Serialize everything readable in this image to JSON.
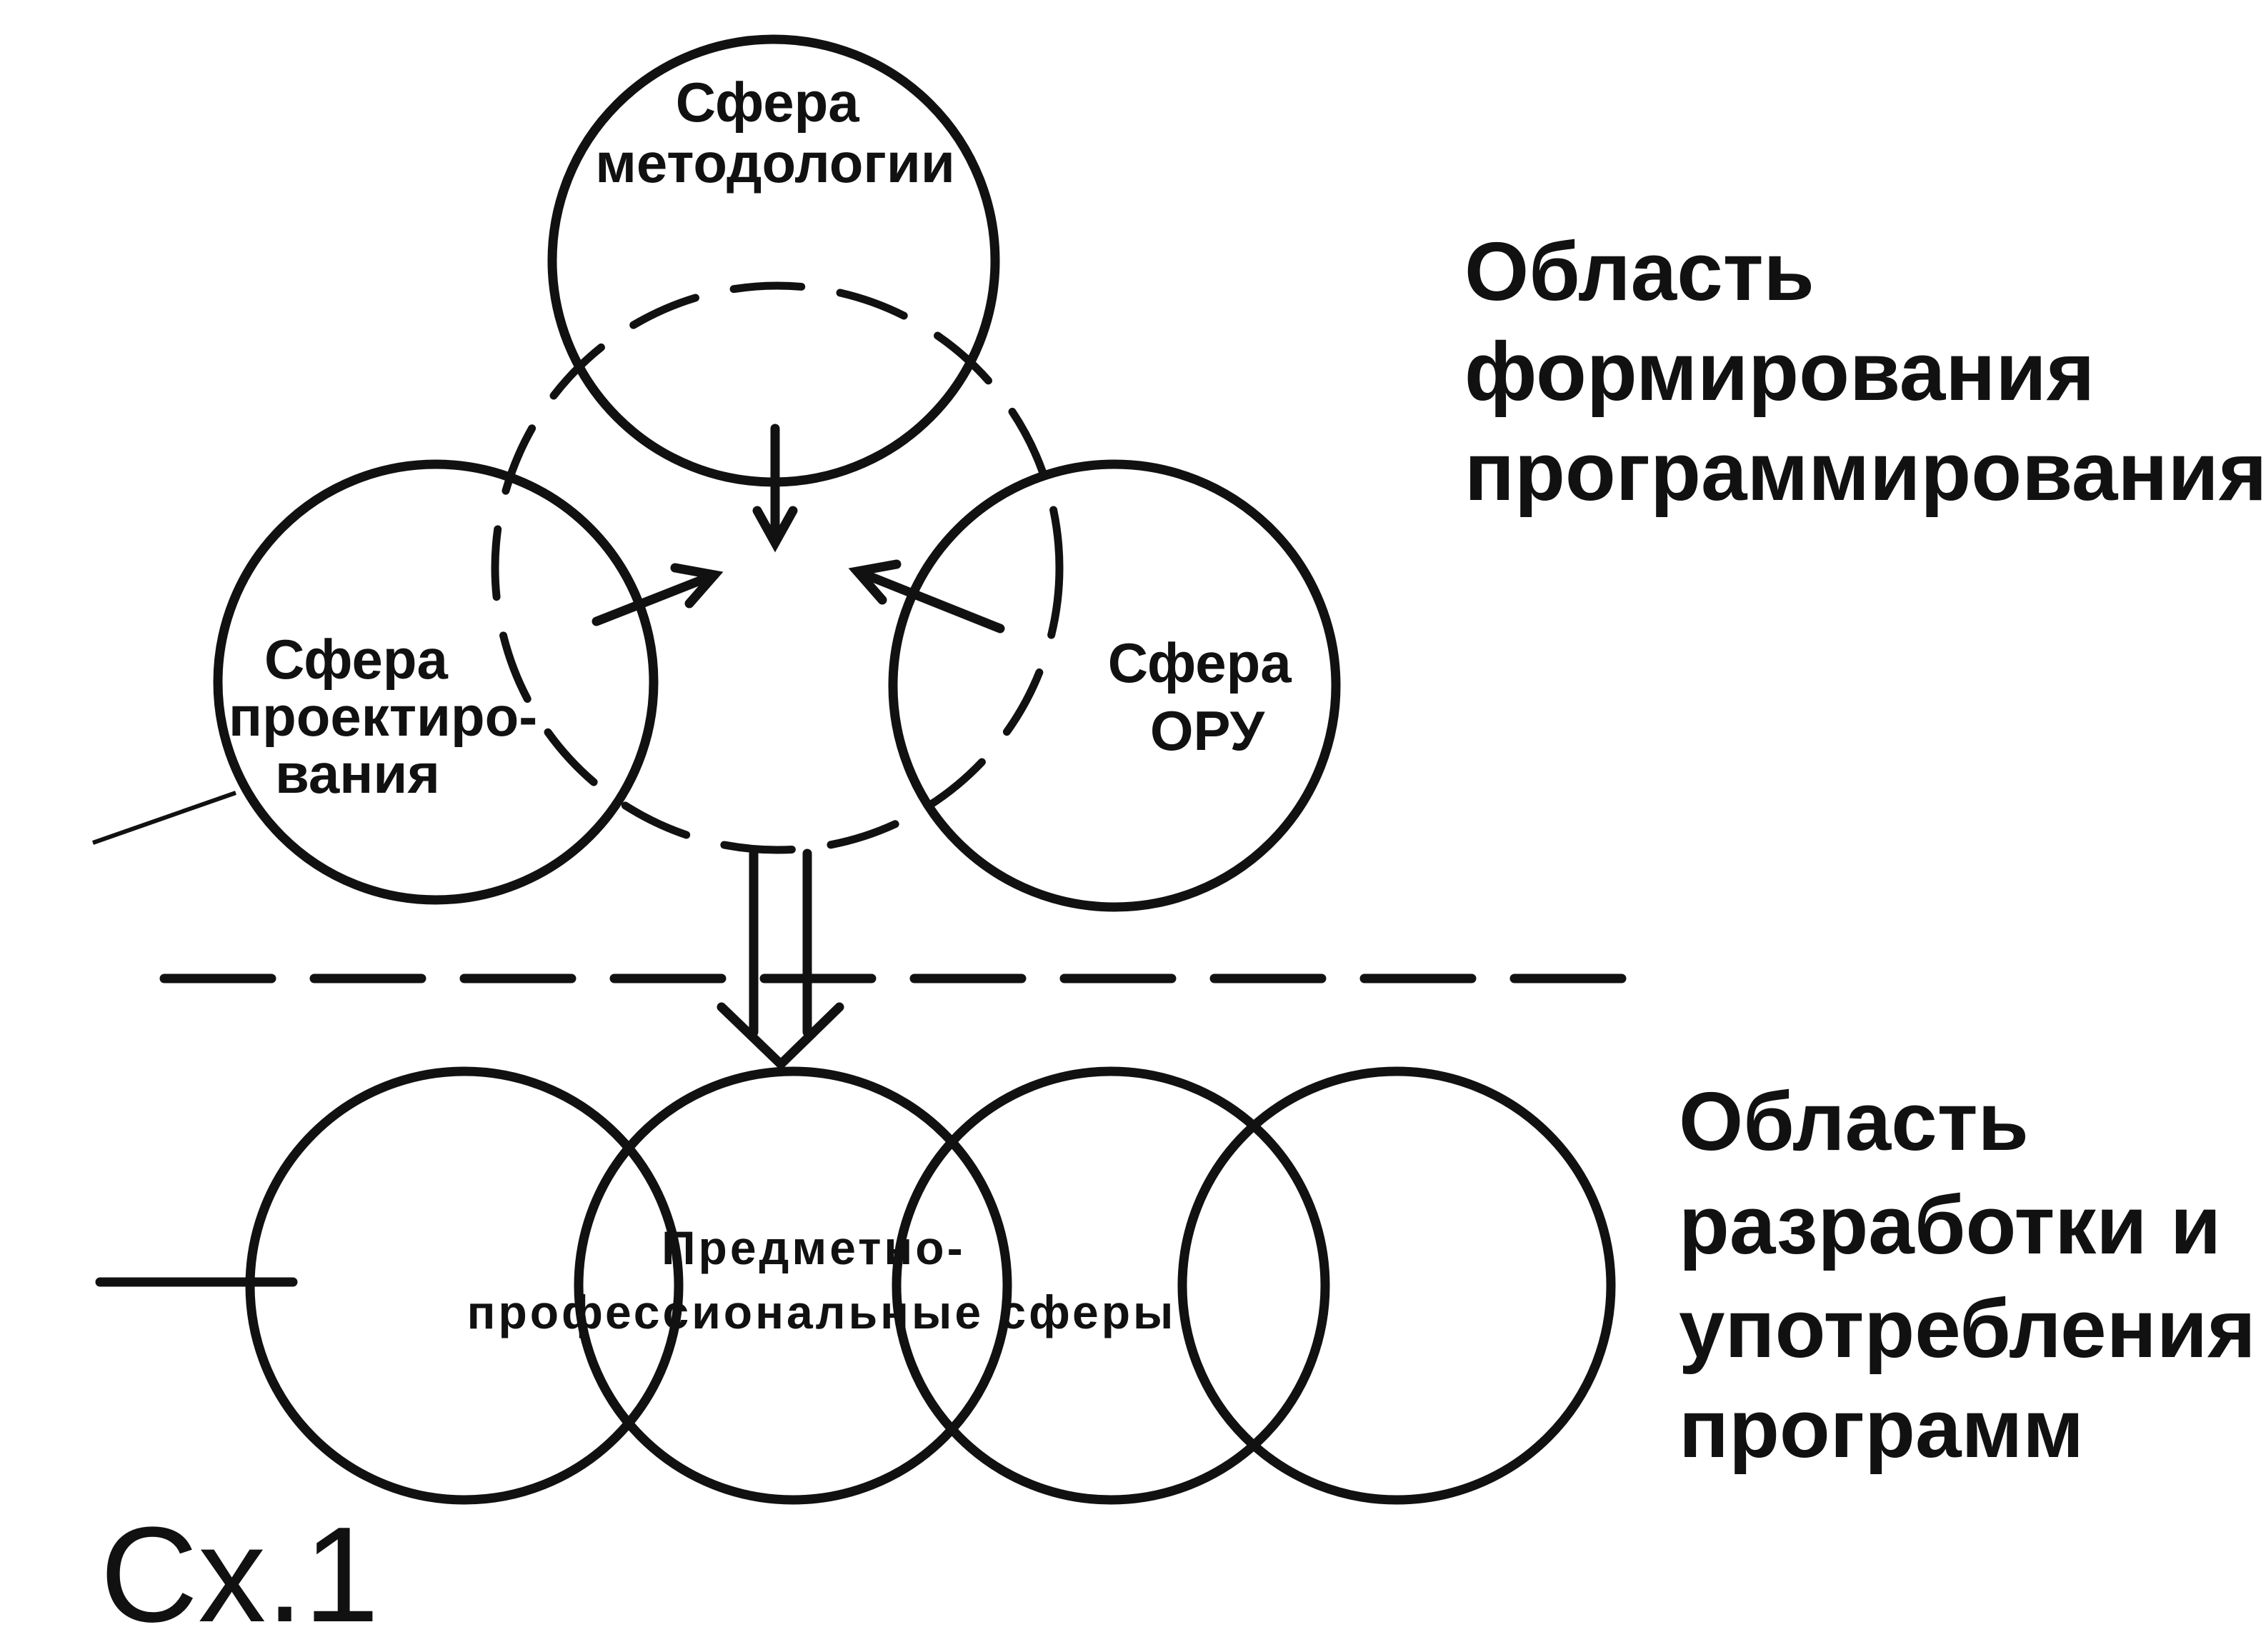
{
  "spheres": {
    "methodology": [
      "Сфера",
      "методологии"
    ],
    "design": [
      "Сфера",
      "проектиро-",
      "вания"
    ],
    "oru": [
      "Сфера",
      "ОРУ"
    ]
  },
  "professional": [
    "Предметно-",
    "профессиональные сферы"
  ],
  "areas": {
    "formation": [
      "Область",
      "формирования",
      "программирования"
    ],
    "development": [
      "Область",
      "разработки и",
      "употребления",
      "программ"
    ]
  },
  "caption": "Сх.1"
}
